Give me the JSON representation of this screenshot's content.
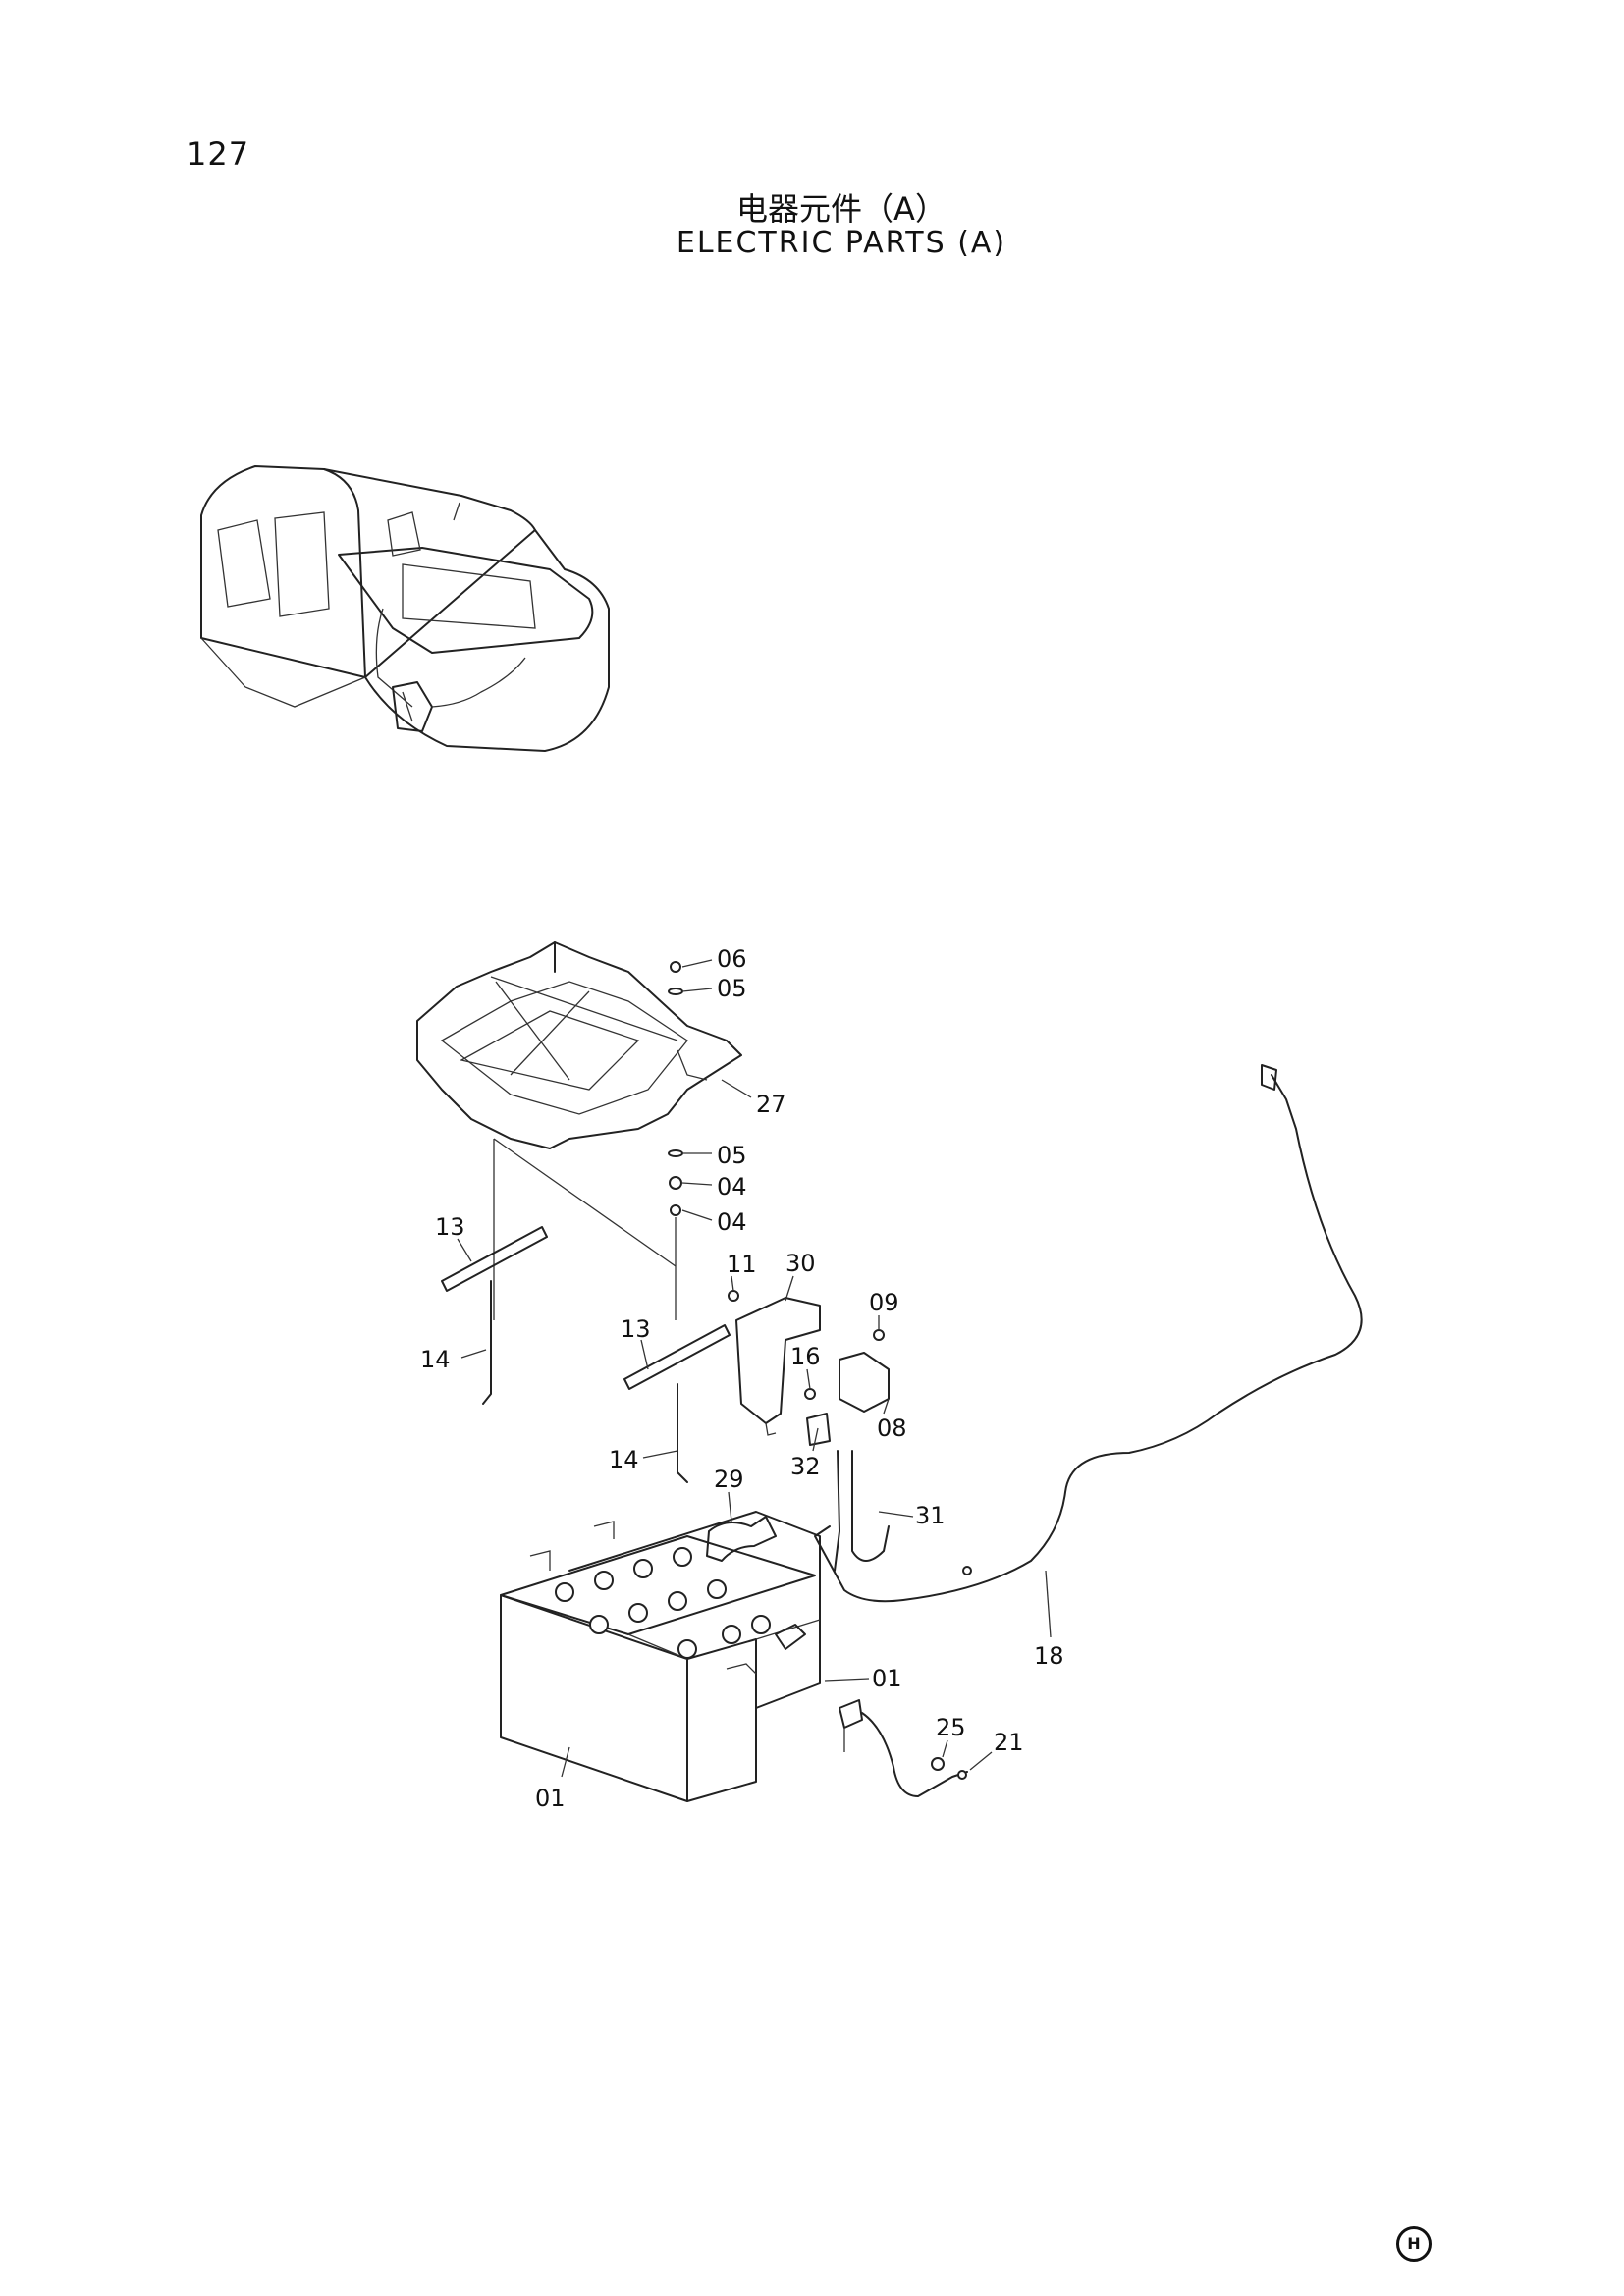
{
  "page_number": "127",
  "title_cn": "电器元件（A）",
  "title_en": "ELECTRIC PARTS (A)",
  "publisher_mark": "H",
  "callouts": [
    {
      "id": "c06a",
      "label": "06"
    },
    {
      "id": "c05a",
      "label": "05"
    },
    {
      "id": "c27",
      "label": "27"
    },
    {
      "id": "c05b",
      "label": "05"
    },
    {
      "id": "c04a",
      "label": "04"
    },
    {
      "id": "c04b",
      "label": "04"
    },
    {
      "id": "c13a",
      "label": "13"
    },
    {
      "id": "c11",
      "label": "11"
    },
    {
      "id": "c30",
      "label": "30"
    },
    {
      "id": "c09",
      "label": "09"
    },
    {
      "id": "c14a",
      "label": "14"
    },
    {
      "id": "c13b",
      "label": "13"
    },
    {
      "id": "c16",
      "label": "16"
    },
    {
      "id": "c08",
      "label": "08"
    },
    {
      "id": "c14b",
      "label": "14"
    },
    {
      "id": "c29",
      "label": "29"
    },
    {
      "id": "c32",
      "label": "32"
    },
    {
      "id": "c31",
      "label": "31"
    },
    {
      "id": "c18",
      "label": "18"
    },
    {
      "id": "c01a",
      "label": "01"
    },
    {
      "id": "c25",
      "label": "25"
    },
    {
      "id": "c21",
      "label": "21"
    },
    {
      "id": "c01b",
      "label": "01"
    }
  ]
}
